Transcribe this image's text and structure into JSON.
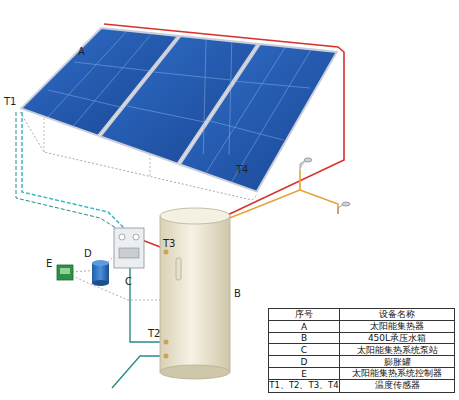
{
  "diagram": {
    "labels": [
      "A",
      "T1",
      "T4",
      "T3",
      "D",
      "E",
      "C",
      "B",
      "T2",
      "序号",
      "设备名称",
      "A",
      "太阳能集热器",
      "B",
      "450L承压水箱",
      "C",
      "太阳能集热系统泵站",
      "D",
      "膨胀罐",
      "E",
      "太阳能集热系统控制器",
      "T1、T2、T3、T4",
      "温度传感器"
    ]
  }
}
